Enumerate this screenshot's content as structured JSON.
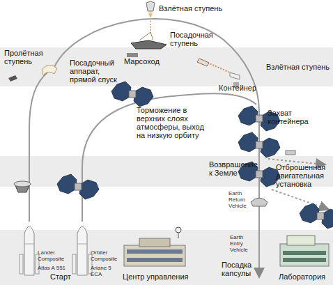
{
  "diagram": {
    "labels": [
      "Взлётная ступень",
      "Посадочная ступень",
      "Марсоход",
      "Пролётная ступень",
      "Посадочный аппарат, прямой спуск",
      "Взлётная ступень",
      "Контейнер",
      "Торможение в верхних слоях атмосферы, выход на низкую орбиту",
      "Захват контейнера",
      "Возвращение к Земле",
      "Отброшенная двигательная установка",
      "Earth Return Vehicle",
      "Earth Entry Vehicle",
      "Lander Composite",
      "Atlas A 551",
      "Orbiter Composite",
      "Ariane 5 ECA",
      "Старт",
      "Центр управления",
      "Посадка капсулы",
      "Лаборатория"
    ]
  }
}
